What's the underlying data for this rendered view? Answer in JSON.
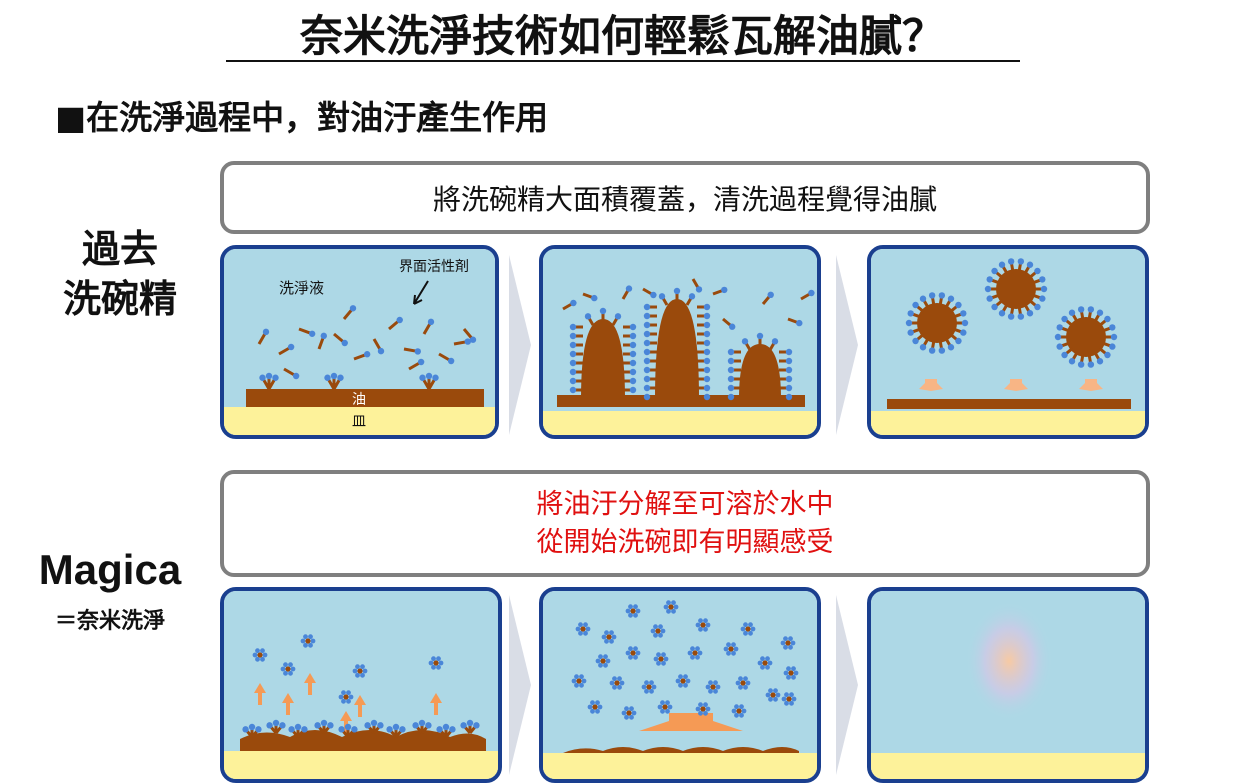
{
  "title": "奈米洗淨技術如何輕鬆瓦解油膩？",
  "subtitle": "■在洗淨過程中，對油汙產生作用",
  "rows": {
    "past": {
      "label_line1": "過去",
      "label_line2": "洗碗精",
      "caption": "將洗碗精大面積覆蓋，清洗過程覺得油膩"
    },
    "magica": {
      "label": "Magica",
      "sublabel": "＝奈米洗淨",
      "caption_line1": "將油汙分解至可溶於水中",
      "caption_line2": "從開始洗碗即有明顯感受"
    }
  },
  "panel_labels": {
    "wash_liquid": "洗淨液",
    "surfactant": "界面活性剤",
    "oil": "油",
    "dish": "皿"
  },
  "colors": {
    "panel_border": "#1a3f8f",
    "water": "#add8e6",
    "dish": "#fdf29a",
    "oil": "#9a4a0c",
    "molecule_head": "#4a86d8",
    "arrow_orange": "#f59a55",
    "caption_red": "#e01010"
  }
}
